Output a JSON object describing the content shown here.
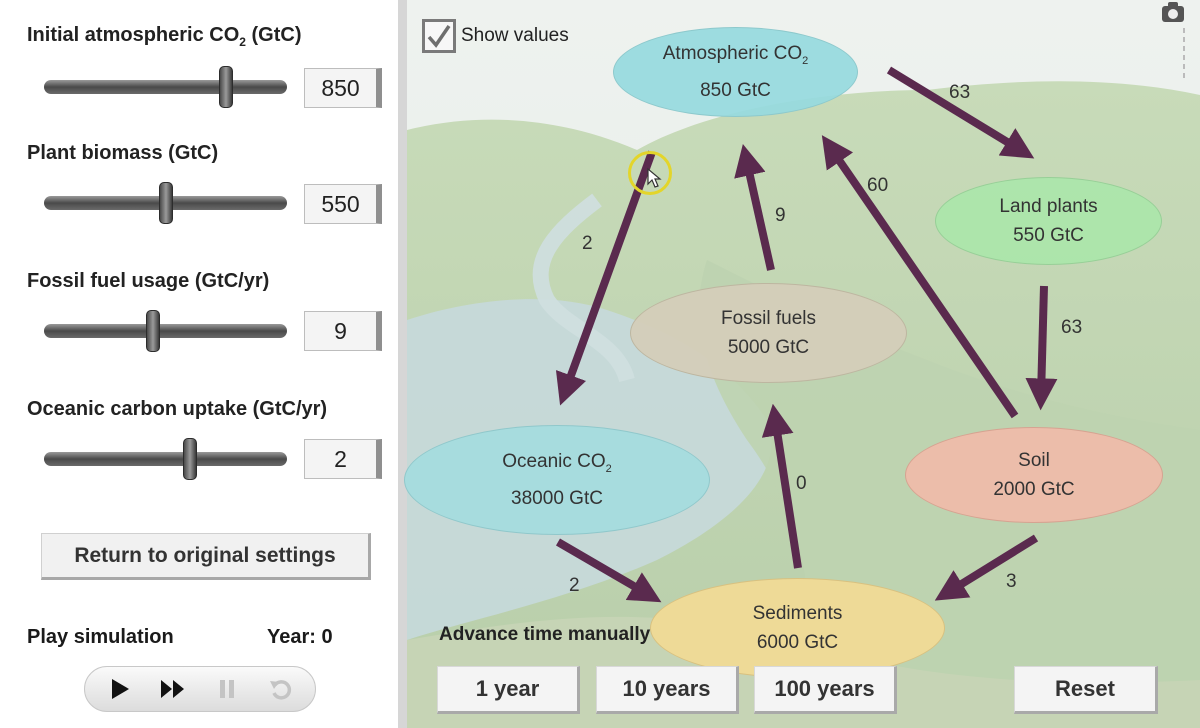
{
  "controls": {
    "atm": {
      "label_main": "Initial atmospheric CO",
      "label_sub": "2",
      "label_tail": " (GtC)",
      "value": "850",
      "level": 0.75
    },
    "plant": {
      "label": "Plant biomass (GtC)",
      "value": "550",
      "level": 0.5
    },
    "fossil": {
      "label": "Fossil fuel usage (GtC/yr)",
      "value": "9",
      "level": 0.45
    },
    "ocean": {
      "label": "Oceanic carbon uptake (GtC/yr)",
      "value": "2",
      "level": 0.6
    },
    "return_button": "Return to original settings"
  },
  "simulation": {
    "play_label": "Play simulation",
    "year_label": "Year: 0",
    "buttons": [
      "play-icon",
      "fast-forward-icon",
      "pause-icon",
      "rewind-icon"
    ]
  },
  "scene": {
    "show_values": {
      "label": "Show values",
      "checked": true
    },
    "reservoirs": {
      "atm": {
        "name_main": "Atmospheric CO",
        "name_sub": "2",
        "amount": "850 GtC"
      },
      "land": {
        "name": "Land plants",
        "amount": "550 GtC"
      },
      "fossil": {
        "name": "Fossil fuels",
        "amount": "5000 GtC"
      },
      "ocean": {
        "name_main": "Oceanic CO",
        "name_sub": "2",
        "amount": "38000 GtC"
      },
      "soil": {
        "name": "Soil",
        "amount": "2000 GtC"
      },
      "sed": {
        "name": "Sediments",
        "amount": "6000 GtC"
      }
    },
    "flows": {
      "atm_to_land": "63",
      "soil_to_atm": "60",
      "fossil_to_atm": "9",
      "atm_to_ocean": "2",
      "land_to_soil": "63",
      "sed_to_fossil": "0",
      "ocean_to_sed": "2",
      "soil_to_sed": "3"
    },
    "advance_label": "Advance time manually",
    "time_buttons": {
      "one_year": "1 year",
      "ten_years": "10 years",
      "hundred_years": "100 years",
      "reset": "Reset"
    }
  },
  "colors": {
    "arrow": "#5a2a4e",
    "panel_bg": "#ffffff",
    "divider": "#d6d6d6"
  }
}
